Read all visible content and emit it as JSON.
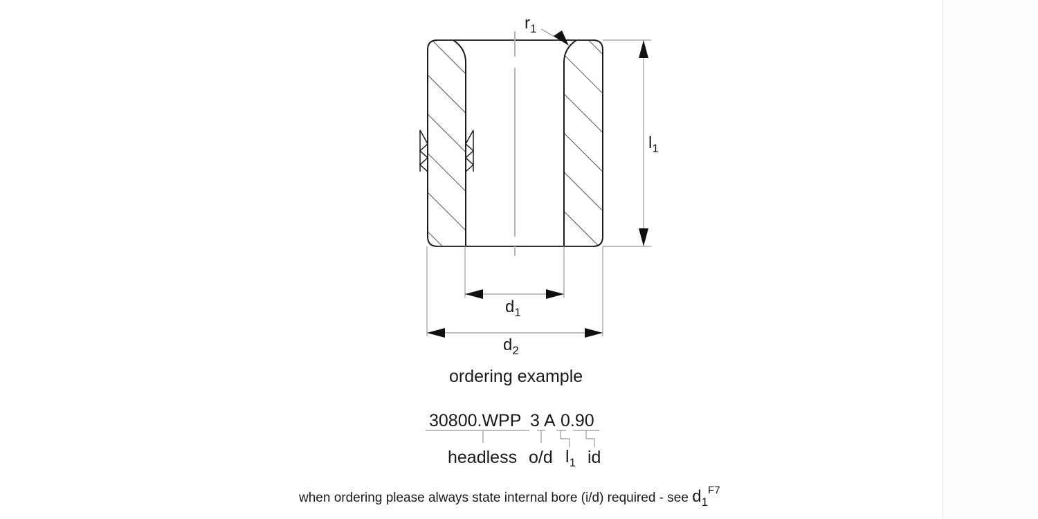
{
  "drawing": {
    "part": "headless plain bushing (cross-section)",
    "dimensions": {
      "r1": {
        "symbol": "r",
        "subscript": "1"
      },
      "l1": {
        "symbol": "l",
        "subscript": "1"
      },
      "d1": {
        "symbol": "d",
        "subscript": "1"
      },
      "d2": {
        "symbol": "d",
        "subscript": "2"
      }
    },
    "colors": {
      "line": "#1a1a1a",
      "dimension": "#9a9a9a",
      "centerline": "#b5b5b5"
    }
  },
  "ordering": {
    "title": "ordering example",
    "code_parts": [
      {
        "text": "30800.WPP",
        "meaning": "headless"
      },
      {
        "text": "3",
        "meaning": "o/d"
      },
      {
        "text": "A",
        "meaning": "l",
        "meaning_sub": "1"
      },
      {
        "text": "0.90",
        "meaning": "id"
      }
    ],
    "note": {
      "text": "when ordering please always state internal bore (i/d) required - see",
      "symbol": "d",
      "subscript": "1",
      "superscript": "F7"
    }
  }
}
